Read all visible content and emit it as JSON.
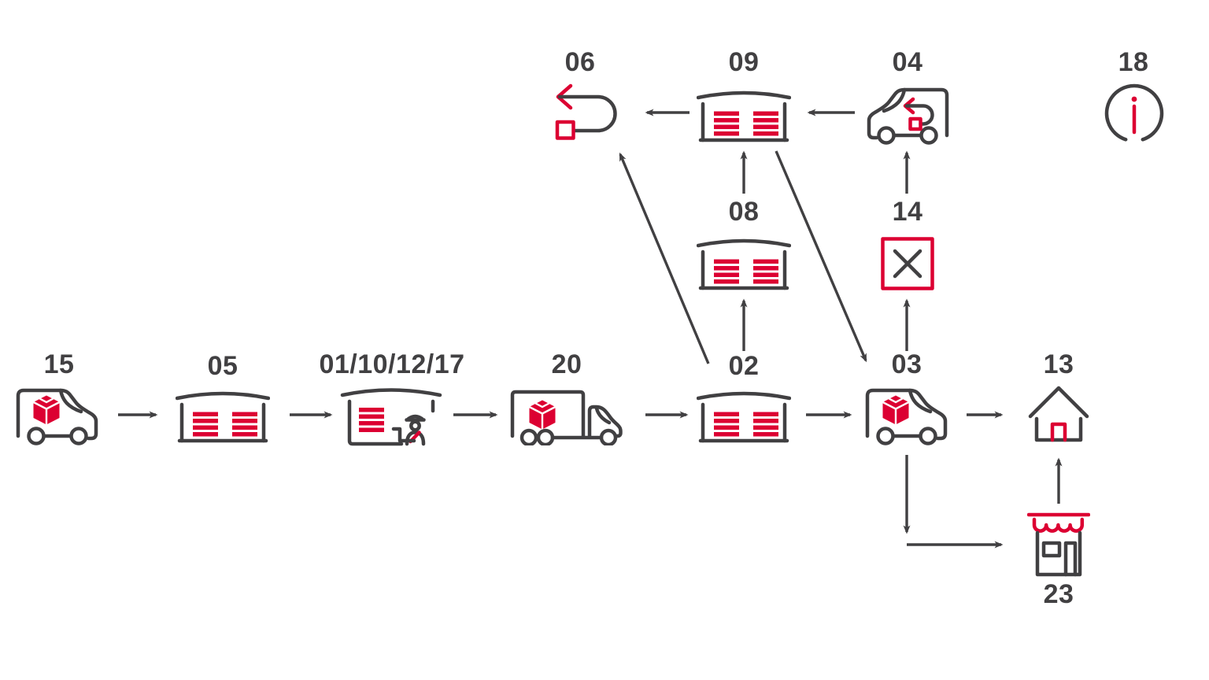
{
  "diagram": {
    "type": "flowchart",
    "background": "#ffffff",
    "colors": {
      "line_gray": "#414042",
      "accent_red": "#DC0032"
    },
    "nodes": {
      "n15": {
        "label": "15",
        "icon": "delivery-van-icon"
      },
      "n05": {
        "label": "05",
        "icon": "warehouse-icon"
      },
      "n01_10_12_17": {
        "label": "01/10/12/17",
        "icon": "warehouse-customs-icon"
      },
      "n20": {
        "label": "20",
        "icon": "linehaul-truck-icon"
      },
      "n02": {
        "label": "02",
        "icon": "warehouse-icon"
      },
      "n03": {
        "label": "03",
        "icon": "delivery-van-icon"
      },
      "n13": {
        "label": "13",
        "icon": "house-icon"
      },
      "n23": {
        "label": "23",
        "icon": "shop-icon"
      },
      "n06": {
        "label": "06",
        "icon": "return-arrow-icon"
      },
      "n08": {
        "label": "08",
        "icon": "warehouse-icon"
      },
      "n09": {
        "label": "09",
        "icon": "warehouse-icon"
      },
      "n04": {
        "label": "04",
        "icon": "return-van-icon"
      },
      "n14": {
        "label": "14",
        "icon": "cancel-box-icon"
      },
      "n18": {
        "label": "18",
        "icon": "info-circle-icon"
      }
    },
    "edges": [
      {
        "from": "15",
        "to": "05"
      },
      {
        "from": "05",
        "to": "01/10/12/17"
      },
      {
        "from": "01/10/12/17",
        "to": "20"
      },
      {
        "from": "20",
        "to": "02"
      },
      {
        "from": "02",
        "to": "03"
      },
      {
        "from": "03",
        "to": "13"
      },
      {
        "from": "02",
        "to": "08"
      },
      {
        "from": "08",
        "to": "09"
      },
      {
        "from": "09",
        "to": "06"
      },
      {
        "from": "04",
        "to": "09"
      },
      {
        "from": "03",
        "to": "14"
      },
      {
        "from": "14",
        "to": "04"
      },
      {
        "from": "02",
        "to": "06"
      },
      {
        "from": "09",
        "to": "03"
      },
      {
        "from": "03",
        "to": "23",
        "style": "elbow"
      },
      {
        "from": "23",
        "to": "13"
      }
    ]
  }
}
